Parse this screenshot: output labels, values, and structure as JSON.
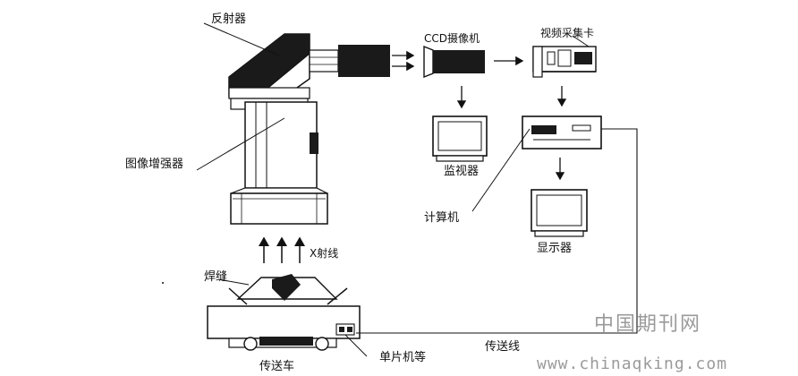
{
  "labels": {
    "reflector": "反射器",
    "ccd_camera": "CCD摄像机",
    "capture_card": "视频采集卡",
    "image_intensifier": "图像增强器",
    "monitor": "监视器",
    "computer": "计算机",
    "display": "显示器",
    "xray": "X射线",
    "weld_seam": "焊缝",
    "transport_cart": "传送车",
    "mcu": "单片机等",
    "transmission_line": "传送线"
  },
  "watermark": {
    "line1": "中国期刊网",
    "line2": "www.chinaqking.com"
  },
  "colors": {
    "ink": "#111111",
    "fill_dark": "#1a1a1a",
    "watermark": "#9a9a9a"
  }
}
